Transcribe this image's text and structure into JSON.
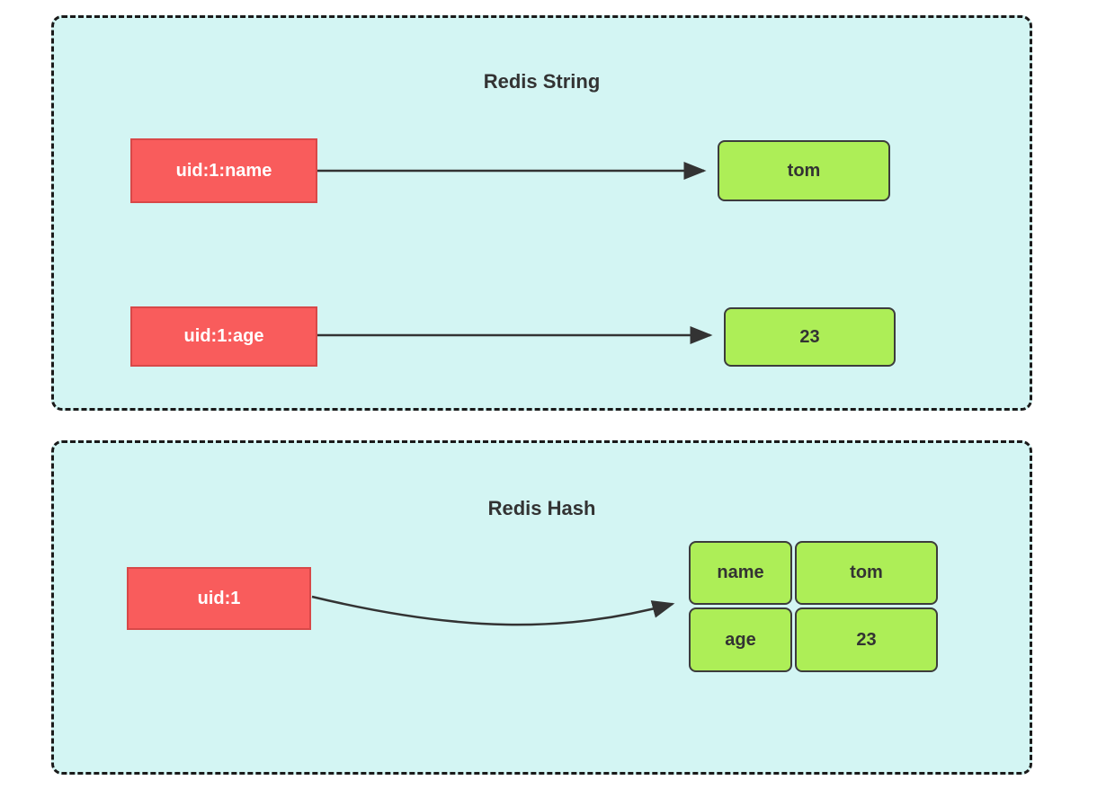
{
  "colors": {
    "panel_bg": "#d3f5f3",
    "panel_border": "#1a1a1a",
    "key_fill": "#f95c5c",
    "key_border": "#d84848",
    "key_text": "#ffffff",
    "value_fill": "#adee57",
    "value_border": "#3c3c3c",
    "value_text": "#333333",
    "arrow": "#333333",
    "title_text": "#333333"
  },
  "string_panel": {
    "title": "Redis String",
    "pairs": [
      {
        "key": "uid:1:name",
        "value": "tom"
      },
      {
        "key": "uid:1:age",
        "value": "23"
      }
    ]
  },
  "hash_panel": {
    "title": "Redis Hash",
    "key": "uid:1",
    "entries": [
      {
        "field": "name",
        "value": "tom"
      },
      {
        "field": "age",
        "value": "23"
      }
    ]
  }
}
